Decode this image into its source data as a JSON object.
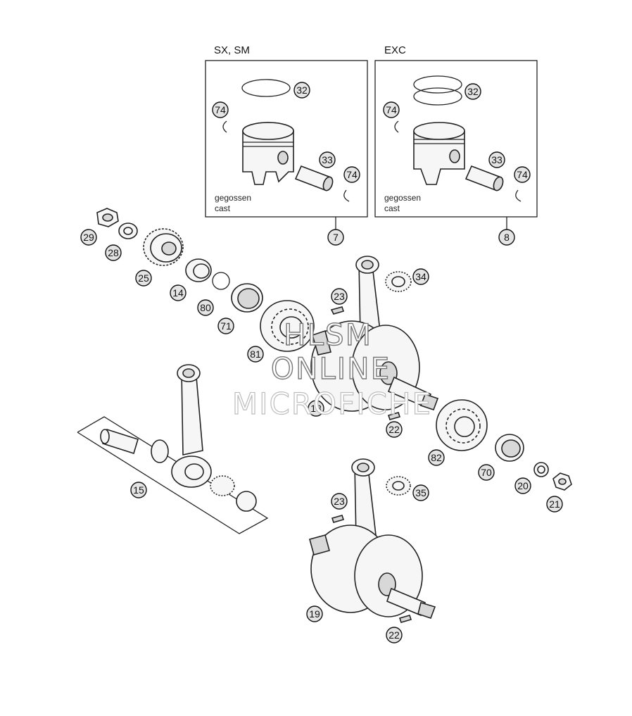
{
  "panels": [
    {
      "title": "SX, SM",
      "note_de": "gegossen",
      "note_en": "cast",
      "ref": "7"
    },
    {
      "title": "EXC",
      "note_de": "gegossen",
      "note_en": "cast",
      "ref": "8"
    }
  ],
  "callouts": {
    "c32a": "32",
    "c74a": "74",
    "c33a": "33",
    "c74b": "74",
    "c32b": "32",
    "c74c": "74",
    "c33b": "33",
    "c74d": "74",
    "c7": "7",
    "c8": "8",
    "c29": "29",
    "c28": "28",
    "c25": "25",
    "c14": "14",
    "c80": "80",
    "c71": "71",
    "c81": "81",
    "c23a": "23",
    "c34": "34",
    "c18": "18",
    "c22a": "22",
    "c82": "82",
    "c70": "70",
    "c20": "20",
    "c21": "21",
    "c15": "15",
    "c23b": "23",
    "c35": "35",
    "c19": "19",
    "c22b": "22"
  },
  "watermark": {
    "line1": "HLSM",
    "line2": "ONLINE",
    "line3": "MICROFICHE"
  }
}
